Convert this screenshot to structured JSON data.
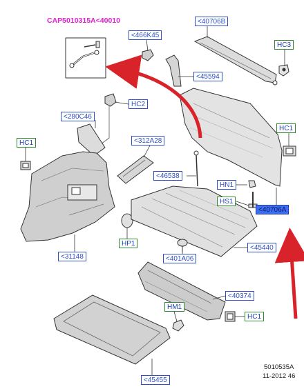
{
  "header": {
    "ref": "CAP5010315A<40010"
  },
  "footer": {
    "code": "5010535A",
    "date": "11-2012 46"
  },
  "colors": {
    "label_blue": "#2f4fc8",
    "label_green_border": "#2f8a2f",
    "highlight": "#3d6ef0",
    "arrow_red": "#d9232a",
    "ref_magenta": "#e020d0"
  },
  "callouts": {
    "l466k45": "<466K45",
    "l40706b": "<40706B",
    "hc3": "HC3",
    "l45594": "<45594",
    "hc2": "HC2",
    "l280c46": "<280C46",
    "hc1_a": "HC1",
    "hc1_b": "HC1",
    "l312a28": "<312A28",
    "l46538": "<46538",
    "hn1": "HN1",
    "hs1": "HS1",
    "l40706a": "<40706A",
    "hp1": "HP1",
    "l31148": "<31148",
    "l45440": "<45440",
    "l401a06": "<401A06",
    "l40374": "<40374",
    "hm1": "HM1",
    "hc1_c": "HC1",
    "l45455": "<45455"
  }
}
